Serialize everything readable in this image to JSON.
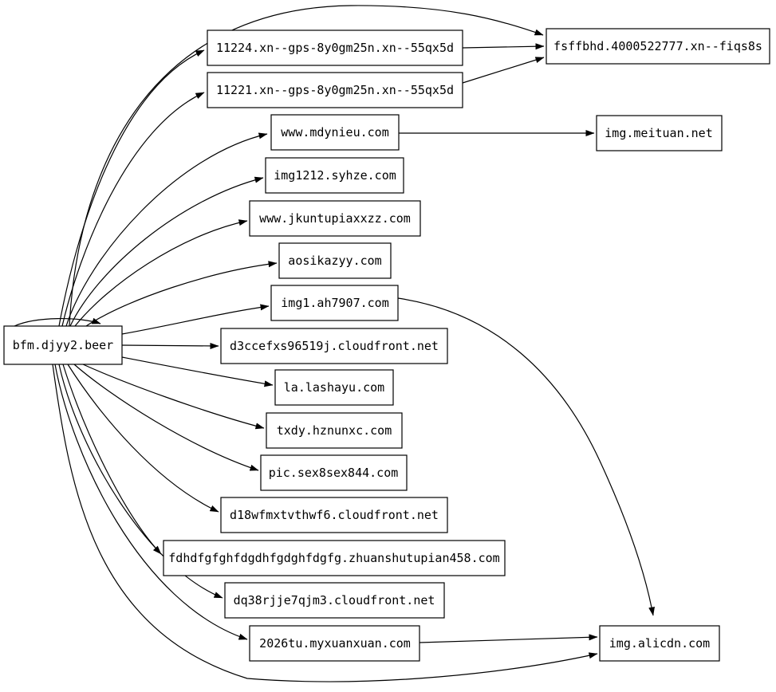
{
  "diagram": {
    "type": "directed-graph",
    "description": "domain relationship graph, left-to-right",
    "colors": {
      "background": "#ffffff",
      "node_fill": "#ffffff",
      "node_border": "#000000",
      "edge": "#000000",
      "text": "#000000"
    },
    "nodes": [
      {
        "id": "bfm",
        "label": "bfm.djyy2.beer"
      },
      {
        "id": "gps11224",
        "label": "11224.xn--gps-8y0gm25n.xn--55qx5d"
      },
      {
        "id": "gps11221",
        "label": "11221.xn--gps-8y0gm25n.xn--55qx5d"
      },
      {
        "id": "mdynieu",
        "label": "www.mdynieu.com"
      },
      {
        "id": "syhze",
        "label": "img1212.syhze.com"
      },
      {
        "id": "jkuntupiaxxzz",
        "label": "www.jkuntupiaxxzz.com"
      },
      {
        "id": "aosikazyy",
        "label": "aosikazyy.com"
      },
      {
        "id": "ah7907",
        "label": "img1.ah7907.com"
      },
      {
        "id": "d3ccefxs",
        "label": "d3ccefxs96519j.cloudfront.net"
      },
      {
        "id": "lashayu",
        "label": "la.lashayu.com"
      },
      {
        "id": "txdy",
        "label": "txdy.hznunxc.com"
      },
      {
        "id": "sex8",
        "label": "pic.sex8sex844.com"
      },
      {
        "id": "d18wfmxt",
        "label": "d18wfmxtvthwf6.cloudfront.net"
      },
      {
        "id": "zhuanshutupian",
        "label": "fdhdfgfghfdgdhfgdghfdgfg.zhuanshutupian458.com"
      },
      {
        "id": "dq38",
        "label": "dq38rjje7qjm3.cloudfront.net"
      },
      {
        "id": "myxuanxuan",
        "label": "2026tu.myxuanxuan.com"
      },
      {
        "id": "fsffbhd",
        "label": "fsffbhd.4000522777.xn--fiqs8s"
      },
      {
        "id": "meituan",
        "label": "img.meituan.net"
      },
      {
        "id": "alicdn",
        "label": "img.alicdn.com"
      }
    ],
    "edges": [
      {
        "from": "bfm.djyy2.beer",
        "to": "bfm.djyy2.beer"
      },
      {
        "from": "bfm.djyy2.beer",
        "to": "11224.xn--gps-8y0gm25n.xn--55qx5d"
      },
      {
        "from": "bfm.djyy2.beer",
        "to": "11221.xn--gps-8y0gm25n.xn--55qx5d"
      },
      {
        "from": "bfm.djyy2.beer",
        "to": "www.mdynieu.com"
      },
      {
        "from": "bfm.djyy2.beer",
        "to": "img1212.syhze.com"
      },
      {
        "from": "bfm.djyy2.beer",
        "to": "www.jkuntupiaxxzz.com"
      },
      {
        "from": "bfm.djyy2.beer",
        "to": "aosikazyy.com"
      },
      {
        "from": "bfm.djyy2.beer",
        "to": "img1.ah7907.com"
      },
      {
        "from": "bfm.djyy2.beer",
        "to": "d3ccefxs96519j.cloudfront.net"
      },
      {
        "from": "bfm.djyy2.beer",
        "to": "la.lashayu.com"
      },
      {
        "from": "bfm.djyy2.beer",
        "to": "txdy.hznunxc.com"
      },
      {
        "from": "bfm.djyy2.beer",
        "to": "pic.sex8sex844.com"
      },
      {
        "from": "bfm.djyy2.beer",
        "to": "d18wfmxtvthwf6.cloudfront.net"
      },
      {
        "from": "bfm.djyy2.beer",
        "to": "fdhdfgfghfdgdhfgdghfdgfg.zhuanshutupian458.com"
      },
      {
        "from": "bfm.djyy2.beer",
        "to": "dq38rjje7qjm3.cloudfront.net"
      },
      {
        "from": "bfm.djyy2.beer",
        "to": "2026tu.myxuanxuan.com"
      },
      {
        "from": "bfm.djyy2.beer",
        "to": "fsffbhd.4000522777.xn--fiqs8s"
      },
      {
        "from": "bfm.djyy2.beer",
        "to": "img.alicdn.com"
      },
      {
        "from": "11224.xn--gps-8y0gm25n.xn--55qx5d",
        "to": "fsffbhd.4000522777.xn--fiqs8s"
      },
      {
        "from": "11221.xn--gps-8y0gm25n.xn--55qx5d",
        "to": "fsffbhd.4000522777.xn--fiqs8s"
      },
      {
        "from": "www.mdynieu.com",
        "to": "img.meituan.net"
      },
      {
        "from": "img1.ah7907.com",
        "to": "img.alicdn.com"
      },
      {
        "from": "2026tu.myxuanxuan.com",
        "to": "img.alicdn.com"
      }
    ]
  }
}
